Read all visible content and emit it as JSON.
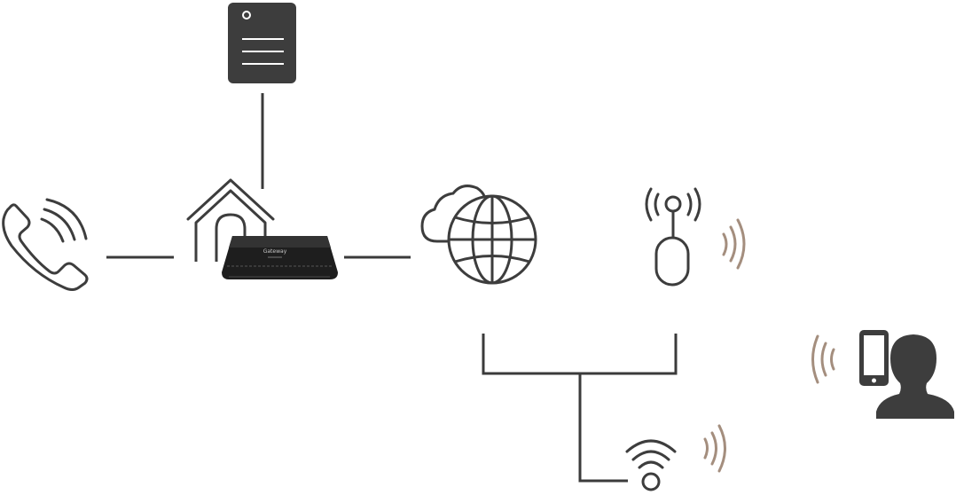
{
  "diagram": {
    "nodes": [
      {
        "id": "server",
        "icon": "server-icon"
      },
      {
        "id": "phone",
        "icon": "telephone-icon"
      },
      {
        "id": "gateway",
        "icon": "home-gateway-icon",
        "device_label": "Gateway"
      },
      {
        "id": "internet",
        "icon": "globe-cloud-icon"
      },
      {
        "id": "remote",
        "icon": "remote-transmitter-icon"
      },
      {
        "id": "wifi",
        "icon": "wifi-icon"
      },
      {
        "id": "user",
        "icon": "user-smartphone-icon"
      }
    ],
    "edges": [
      [
        "phone",
        "gateway"
      ],
      [
        "server",
        "gateway"
      ],
      [
        "gateway",
        "internet"
      ],
      [
        "internet",
        "wifi"
      ],
      [
        "remote",
        "wifi"
      ]
    ],
    "colors": {
      "line": "#3b3b3b",
      "icon": "#3d3d3d",
      "signal_waves": "#a48e7e",
      "device_body": "#1e1e1e"
    }
  }
}
